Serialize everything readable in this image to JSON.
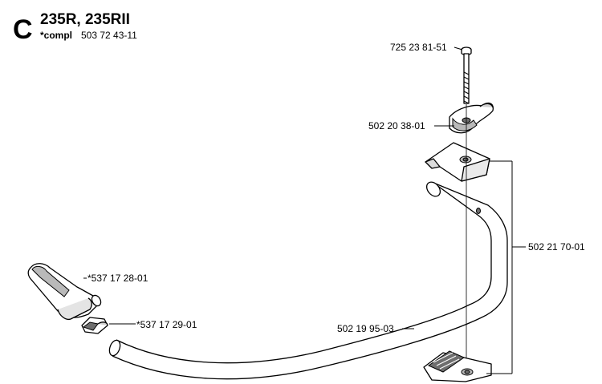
{
  "header": {
    "section_letter": "C",
    "model": "235R, 235RII",
    "compl_label": "*compl",
    "compl_number": "503 72 43-11"
  },
  "parts": {
    "bolt": "725 23 81-51",
    "wing_nut": "502 20 38-01",
    "handle_kit": "502 21 70-01",
    "handle_bar": "502 19 95-03",
    "grip": "*537 17 28-01",
    "grip_clip": "*537 17 29-01"
  }
}
